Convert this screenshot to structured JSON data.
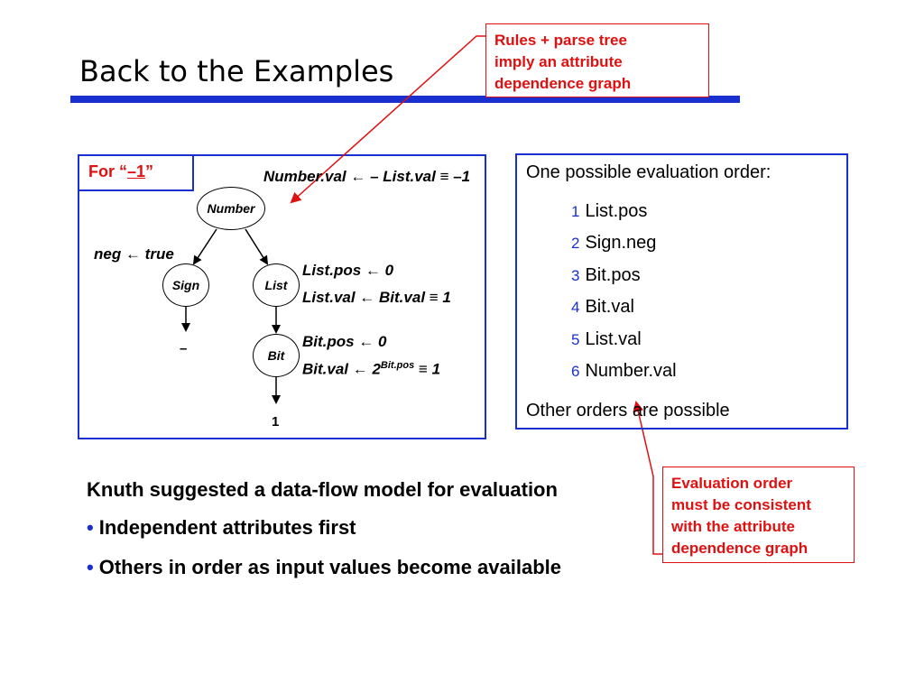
{
  "title": "Back to the Examples",
  "callout_top": {
    "lines": [
      "Rules + parse tree",
      "imply an attribute",
      "dependence graph"
    ]
  },
  "callout_bottom": {
    "lines": [
      "Evaluation order",
      "must be consistent",
      "with the  attribute",
      "dependence graph"
    ]
  },
  "example": {
    "tab_prefix": "For “",
    "tab_value": "–1",
    "tab_suffix": "”",
    "rule_number": "Number.val ← – List.val ≡ –1",
    "rule_neg": "neg ← true",
    "rule_list_pos": "List.pos ← 0",
    "rule_list_val": "List.val ← Bit.val ≡ 1",
    "rule_bit_pos": "Bit.pos ← 0",
    "rule_bit_val_prefix": "Bit.val ← 2",
    "rule_bit_val_sup": "Bit.pos",
    "rule_bit_val_suffix": " ≡ 1",
    "nodes": {
      "number": "Number",
      "sign": "Sign",
      "list": "List",
      "bit": "Bit"
    },
    "leaf_sign": "–",
    "leaf_bit": "1"
  },
  "order": {
    "heading": "One possible evaluation order:",
    "items": [
      {
        "num": "1",
        "label": "List.pos"
      },
      {
        "num": "2",
        "label": "Sign.neg"
      },
      {
        "num": "3",
        "label": "Bit.pos"
      },
      {
        "num": "4",
        "label": "Bit.val"
      },
      {
        "num": "5",
        "label": "List.val"
      },
      {
        "num": "6",
        "label": "Number.val"
      }
    ],
    "footer": "Other orders are possible"
  },
  "body": {
    "lead": "Knuth suggested a data-flow model for evaluation",
    "bullets": [
      "Independent attributes first",
      "Others in order as input values become available"
    ],
    "bullet_glyph": "•"
  },
  "colors": {
    "accent_blue": "#1a2fd0",
    "callout_red": "#e01010"
  }
}
